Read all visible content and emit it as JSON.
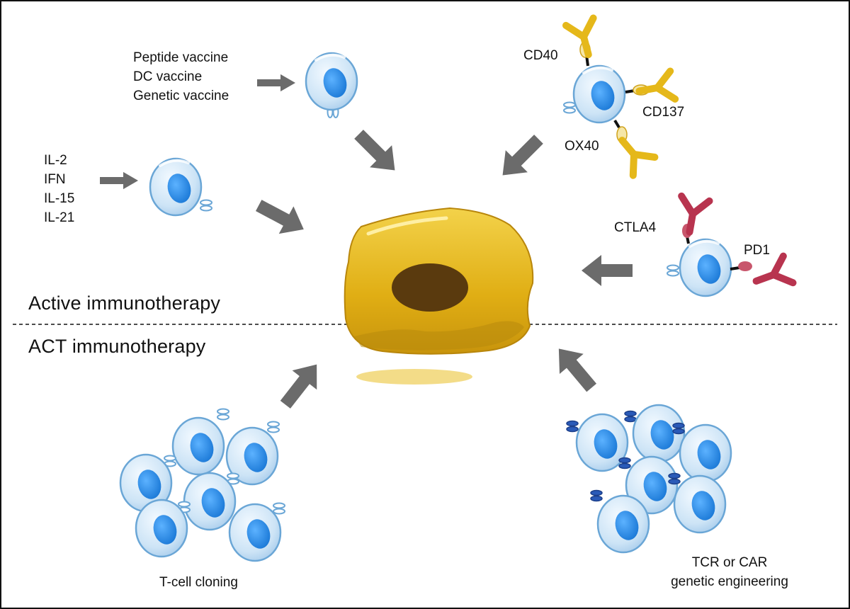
{
  "sections": {
    "active": "Active immunotherapy",
    "act": "ACT immunotherapy"
  },
  "vaccines": [
    "Peptide vaccine",
    "DC vaccine",
    "Genetic vaccine"
  ],
  "cytokines": [
    "IL-2",
    "IFN",
    "IL-15",
    "IL-21"
  ],
  "costim": {
    "cd40": "CD40",
    "cd137": "CD137",
    "ox40": "OX40"
  },
  "checkpoint": {
    "ctla4": "CTLA4",
    "pd1": "PD1"
  },
  "cloning": {
    "label": "T-cell cloning"
  },
  "engineering": {
    "line1": "TCR or CAR",
    "line2": "genetic engineering"
  },
  "colors": {
    "tumor": "#e2b21a",
    "tumor_nucleus": "#5a3a0e",
    "tcell": "#cfe6f7",
    "tcell_outline": "#6aa6d6",
    "tcell_nucleus": "#1f86e0",
    "arrow": "#6b6b6b",
    "agonist_antibody": "#e5b81a",
    "blocking_antibody": "#b8344f"
  }
}
